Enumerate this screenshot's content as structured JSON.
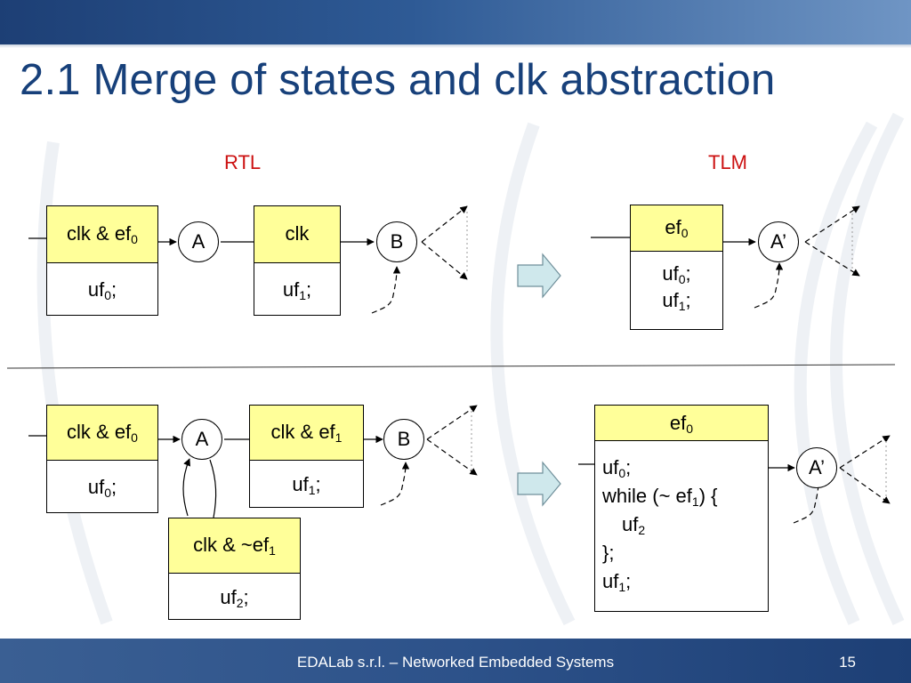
{
  "slide": {
    "title": "2.1 Merge of states and clk abstraction",
    "label_rtl": "RTL",
    "label_tlm": "TLM"
  },
  "diagram": {
    "top_rtl": {
      "state1_guard": "clk & ef",
      "state1_guard_sub": "0",
      "state1_action": "uf",
      "state1_action_sub": "0",
      "state1_action_suffix": ";",
      "node_a": "A",
      "state2_guard": "clk",
      "state2_action": "uf",
      "state2_action_sub": "1",
      "state2_action_suffix": ";",
      "node_b": "B"
    },
    "top_tlm": {
      "guard": "ef",
      "guard_sub": "0",
      "line1": "uf",
      "line1_sub": "0",
      "line1_suffix": ";",
      "line2": "uf",
      "line2_sub": "1",
      "line2_suffix": ";",
      "node": "A’"
    },
    "bottom_rtl": {
      "state1_guard": "clk & ef",
      "state1_guard_sub": "0",
      "state1_action": "uf",
      "state1_action_sub": "0",
      "state1_action_suffix": ";",
      "node_a": "A",
      "state2_guard": "clk & ef",
      "state2_guard_sub": "1",
      "state2_action": "uf",
      "state2_action_sub": "1",
      "state2_action_suffix": ";",
      "node_b": "B",
      "loop_guard": "clk & ~ef",
      "loop_guard_sub": "1",
      "loop_action": "uf",
      "loop_action_sub": "2",
      "loop_action_suffix": ";"
    },
    "bottom_tlm": {
      "guard": "ef",
      "guard_sub": "0",
      "line1": "uf",
      "line1_sub": "0",
      "line1_suffix": ";",
      "line2_pre": "while (~ ef",
      "line2_sub": "1",
      "line2_post": ") {",
      "line3": "uf",
      "line3_sub": "2",
      "line4": "};",
      "line5": "uf",
      "line5_sub": "1",
      "line5_suffix": ";",
      "node": "A’"
    }
  },
  "footer": {
    "text": "EDALab s.r.l. – Networked Embedded Systems",
    "page": "15"
  },
  "colors": {
    "title": "#17407a",
    "section_label": "#cc1111",
    "guard_fill": "#ffff99",
    "transform_arrow_fill": "#cfe8ec",
    "header_bar": "#2e5a95"
  }
}
